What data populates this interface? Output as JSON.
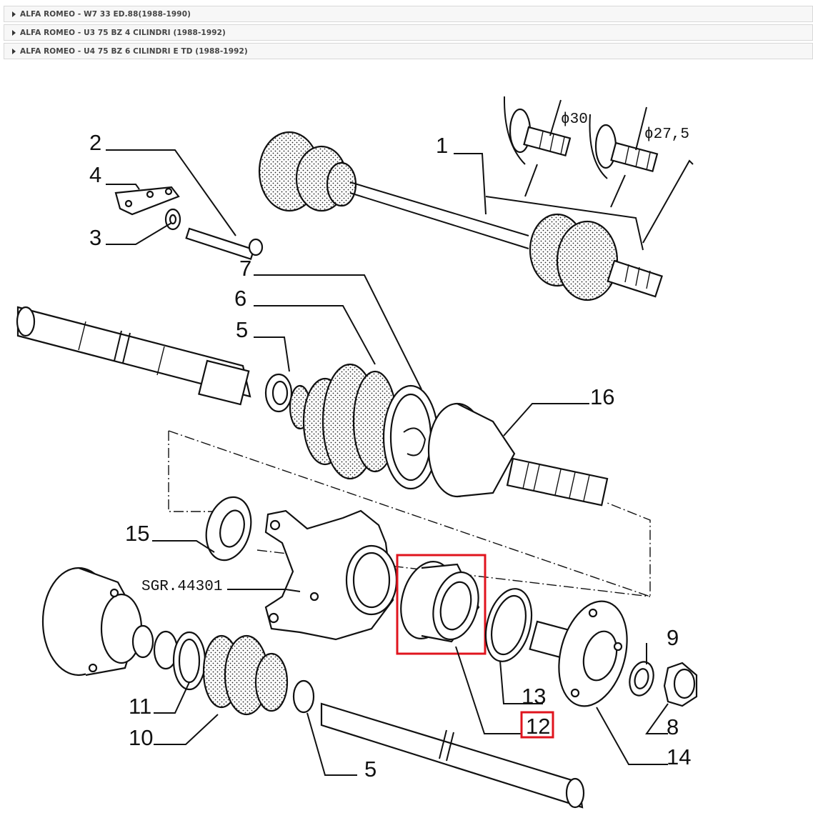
{
  "accordion": [
    {
      "label": "ALFA ROMEO - W7 33 ED.88(1988-1990)"
    },
    {
      "label": "ALFA ROMEO - U3 75 BZ 4 CILINDRI (1988-1992)"
    },
    {
      "label": "ALFA ROMEO - U4 75 BZ 6 CILINDRI E TD (1988-1992)"
    }
  ],
  "diagram": {
    "callouts": {
      "c1": "1",
      "c2": "2",
      "c3": "3",
      "c4": "4",
      "c5a": "5",
      "c5b": "5",
      "c6": "6",
      "c7": "7",
      "c8": "8",
      "c9": "9",
      "c10": "10",
      "c11": "11",
      "c12": "12",
      "c13": "13",
      "c14": "14",
      "c15": "15",
      "c16": "16"
    },
    "part_ref": "SGR.44301",
    "dim_30": "ϕ30",
    "dim_27_5": "ϕ27,5",
    "highlight_color": "#e0141e"
  }
}
